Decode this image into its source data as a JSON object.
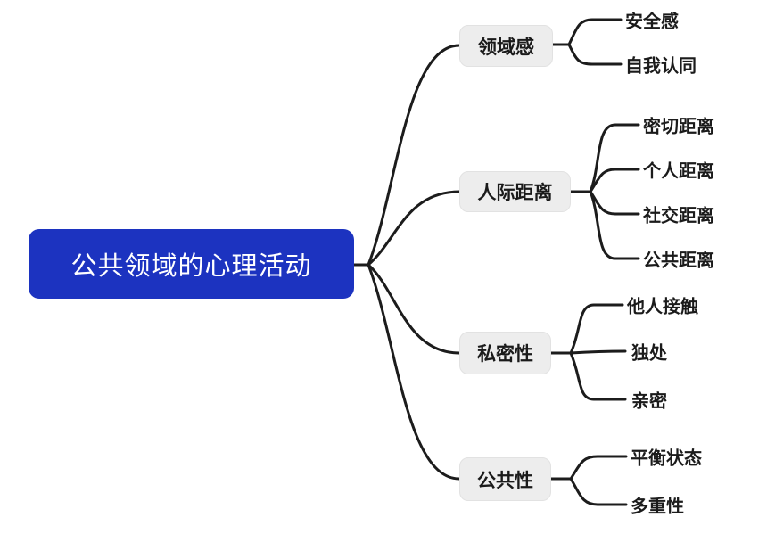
{
  "diagram_type": "mindmap",
  "root": {
    "label": "公共领域的心理活动"
  },
  "branches": [
    {
      "label": "领域感",
      "children": [
        "安全感",
        "自我认同"
      ]
    },
    {
      "label": "人际距离",
      "children": [
        "密切距离",
        "个人距离",
        "社交距离",
        "公共距离"
      ]
    },
    {
      "label": "私密性",
      "children": [
        "他人接触",
        "独处",
        "亲密"
      ]
    },
    {
      "label": "公共性",
      "children": [
        "平衡状态",
        "多重性"
      ]
    }
  ],
  "colors": {
    "root_bg": "#1c33c0",
    "root_text": "#ffffff",
    "branch_bg": "#ededed",
    "branch_border": "#e2e2e2",
    "node_text": "#1a1a1a",
    "line": "#1c1c1c",
    "background": "#ffffff"
  }
}
